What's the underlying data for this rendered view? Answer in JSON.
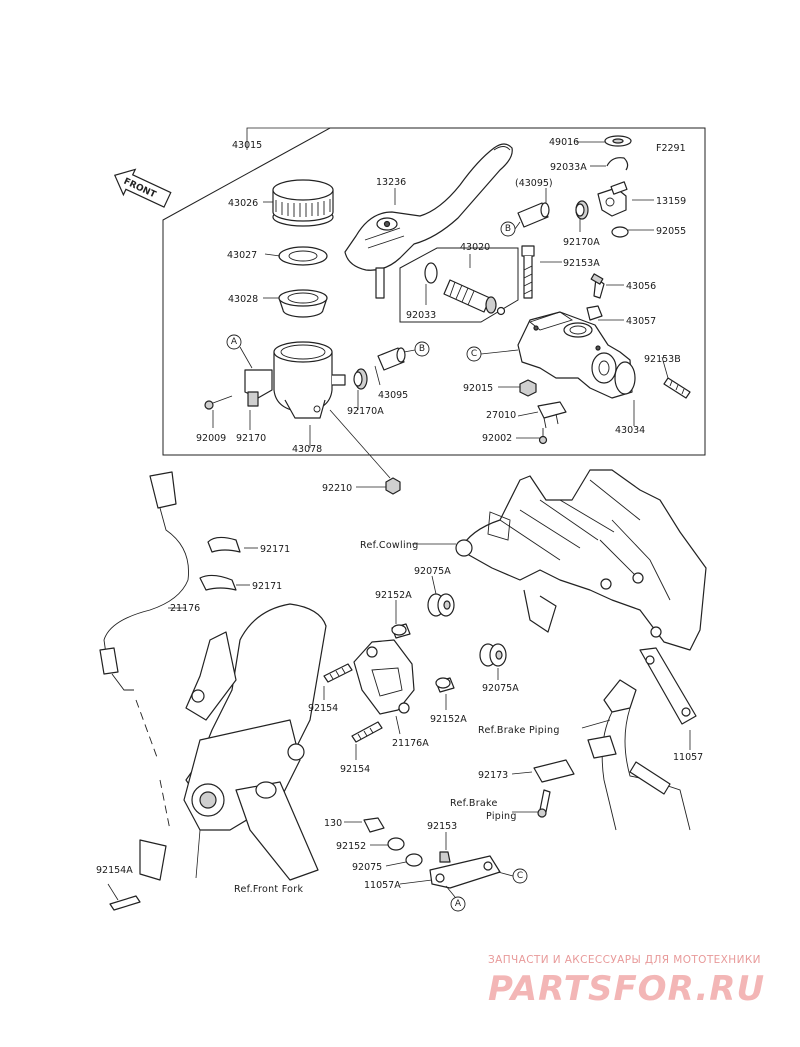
{
  "diagram_code": "F2291",
  "front_arrow_label": "FRONT",
  "part_labels": [
    "43015",
    "49016",
    "92033A",
    "13236",
    "(43095)",
    "13159",
    "43026",
    "92170A",
    "92055",
    "43027",
    "43020",
    "92153A",
    "43028",
    "92033",
    "43056",
    "43057",
    "92153B",
    "43095",
    "92015",
    "92009",
    "92170",
    "92170A",
    "27010",
    "43034",
    "43078",
    "92002",
    "92210",
    "92171",
    "92171",
    "92075A",
    "92152A",
    "21176",
    "92154",
    "92075A",
    "92152A",
    "21176A",
    "92154",
    "11057",
    "92173",
    "130",
    "92153",
    "92152",
    "92075",
    "92154A",
    "11057A"
  ],
  "ref_labels": {
    "cowling": "Ref.Cowling",
    "brake_piping_1": "Ref.Brake Piping",
    "brake_piping_2a": "Ref.Brake",
    "brake_piping_2b": "Piping",
    "front_fork": "Ref.Front Fork"
  },
  "callouts": [
    "A",
    "B",
    "C",
    "B",
    "A",
    "C"
  ],
  "watermark": {
    "line1": "ЗАПЧАСТИ И АКСЕССУАРЫ ДЛЯ МОТОТЕХНИКИ",
    "line2": "PARTSFOR.RU"
  }
}
